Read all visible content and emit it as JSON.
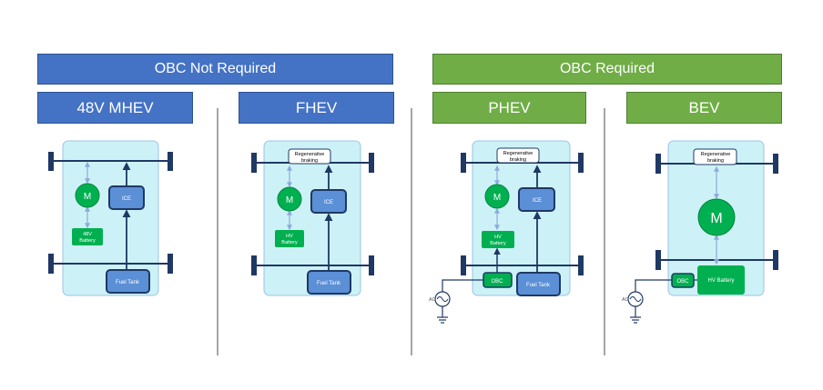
{
  "headers": {
    "not_required": "OBC Not Required",
    "required": "OBC Required"
  },
  "vehicles": [
    {
      "id": "mhev",
      "title": "48V MHEV",
      "motor": "M",
      "engine": "ICE",
      "battery": "48V Battery",
      "fuel": "Fuel Tank"
    },
    {
      "id": "fhev",
      "title": "FHEV",
      "regen": "Regenerative braking",
      "motor": "M",
      "engine": "ICE",
      "battery": "HV Battery",
      "fuel": "Fuel Tank"
    },
    {
      "id": "phev",
      "title": "PHEV",
      "regen": "Regenerative braking",
      "motor": "M",
      "engine": "ICE",
      "battery": "HV Battery",
      "obc": "OBC",
      "fuel": "Fuel Tank",
      "ac": "AC"
    },
    {
      "id": "bev",
      "title": "BEV",
      "regen": "Regenerative braking",
      "motor": "M",
      "battery": "HV Battery",
      "obc": "OBC",
      "ac": "AC"
    }
  ],
  "colors": {
    "blue_header": "#4472c4",
    "green_header": "#70ad47",
    "chassis": "#ccf2f7",
    "component_blue": "#5b8fd6",
    "component_green": "#00b050",
    "axle": "#1f3864"
  }
}
